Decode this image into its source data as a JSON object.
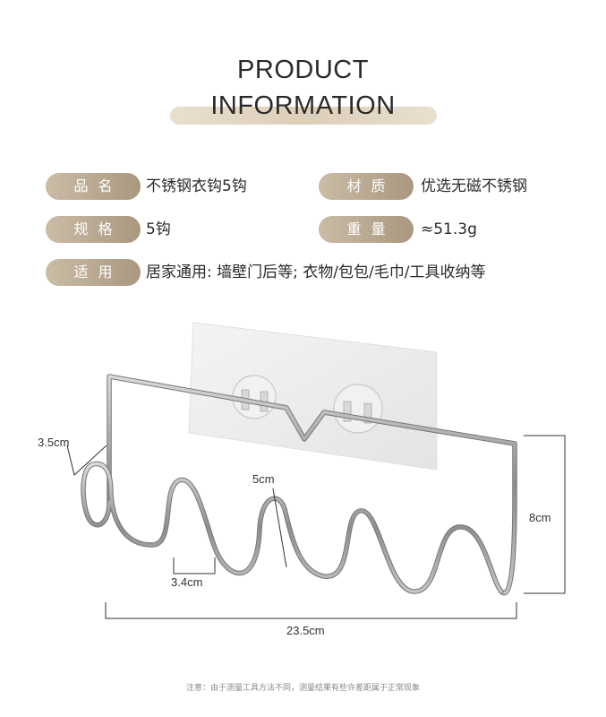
{
  "header": {
    "title_line1": "PRODUCT",
    "title_line2": "INFORMATION"
  },
  "specs": [
    {
      "label": "品名",
      "value": "不锈钢衣钩5钩"
    },
    {
      "label": "材质",
      "value": "优选无磁不锈钢"
    },
    {
      "label": "规格",
      "value": "5钩"
    },
    {
      "label": "重量",
      "value": "≈51.3g"
    },
    {
      "label": "适用",
      "value": "居家通用: 墙壁门后等;  衣物/包包/毛巾/工具收纳等"
    }
  ],
  "dimensions": {
    "hook_top": "3.5cm",
    "hook_width": "5cm",
    "hook_gap": "3.4cm",
    "height": "8cm",
    "length": "23.5cm"
  },
  "footnote": "注意：由于测量工具方法不同，测量结果有些许差距属于正常现象",
  "colors": {
    "pill_light": "#cbbca6",
    "pill_dark": "#a99880",
    "title_bar": "#dccfb9"
  }
}
